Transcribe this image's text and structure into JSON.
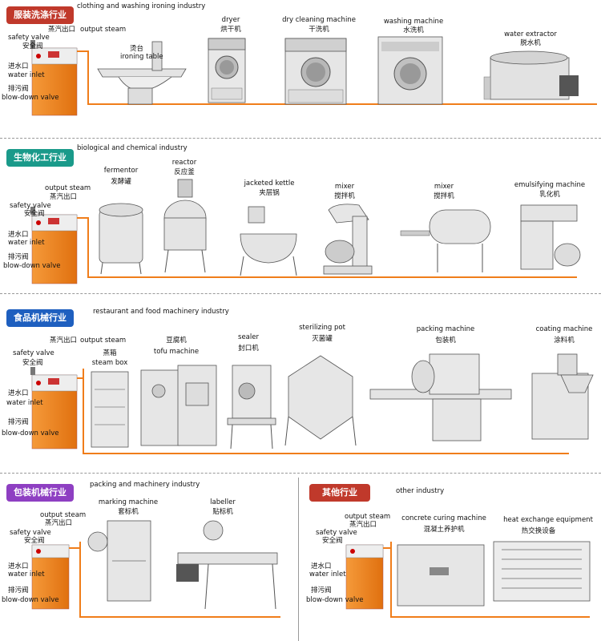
{
  "colors": {
    "pipe": "#f07d1a",
    "boiler": "#f07d1a",
    "machine": "#e8e8e8",
    "stroke": "#555",
    "red_banner": "#c0392b",
    "teal_banner": "#1a9a8a",
    "blue_banner": "#1e5fbf",
    "purple_banner": "#8e3fc2"
  },
  "sections": {
    "s1": {
      "banner": "服装洗涤行业",
      "industry": "clothing and washing ironing industry"
    },
    "s2": {
      "banner": "生物化工行业",
      "industry": "biological and chemical industry"
    },
    "s3": {
      "banner": "食品机械行业",
      "industry": "restaurant and food machinery industry"
    },
    "s4": {
      "banner": "包装机械行业",
      "industry": "packing and machinery industry"
    },
    "s5": {
      "banner": "其他行业",
      "industry": "other industry"
    }
  },
  "boiler_labels": {
    "output_steam_cn": "蒸汽出口",
    "output_steam_en": "output steam",
    "safety_valve_en": "safety valve",
    "safety_valve_cn": "安全阀",
    "water_inlet_cn": "进水口",
    "water_inlet_en": "water inlet",
    "blow_down_cn": "排污阀",
    "blow_down_en": "blow-down valve"
  },
  "machines": {
    "ironing_cn": "烫台",
    "ironing_en": "ironing table",
    "dryer_en": "dryer",
    "dryer_cn": "烘干机",
    "dryclean_en": "dry cleaning machine",
    "dryclean_cn": "干洗机",
    "washing_en": "washing machine",
    "washing_cn": "水洗机",
    "extractor_en": "water extractor",
    "extractor_cn": "脱水机",
    "fermentor_en": "fermentor",
    "fermentor_cn": "发酵罐",
    "reactor_en": "reactor",
    "reactor_cn": "反应釜",
    "kettle_en": "jacketed kettle",
    "kettle_cn": "夹层锅",
    "mixer1_en": "mixer",
    "mixer1_cn": "搅拌机",
    "mixer2_en": "mixer",
    "mixer2_cn": "搅拌机",
    "emulsify_en": "emulsifying machine",
    "emulsify_cn": "乳化机",
    "steambox_cn": "蒸箱",
    "steambox_en": "steam box",
    "tofu_cn": "豆腐机",
    "tofu_en": "tofu machine",
    "sealer_en": "sealer",
    "sealer_cn": "封口机",
    "steril_en": "sterilizing pot",
    "steril_cn": "灭菌罐",
    "packing_en": "packing machine",
    "packing_cn": "包装机",
    "coating_en": "coating machine",
    "coating_cn": "涂料机",
    "marking_en": "marking machine",
    "marking_cn": "套标机",
    "labeller_en": "labeller",
    "labeller_cn": "贴标机",
    "concrete_en": "concrete curing machine",
    "concrete_cn": "混凝土养护机",
    "heatex_en": "heat exchange equipment",
    "heatex_cn": "热交换设备"
  }
}
